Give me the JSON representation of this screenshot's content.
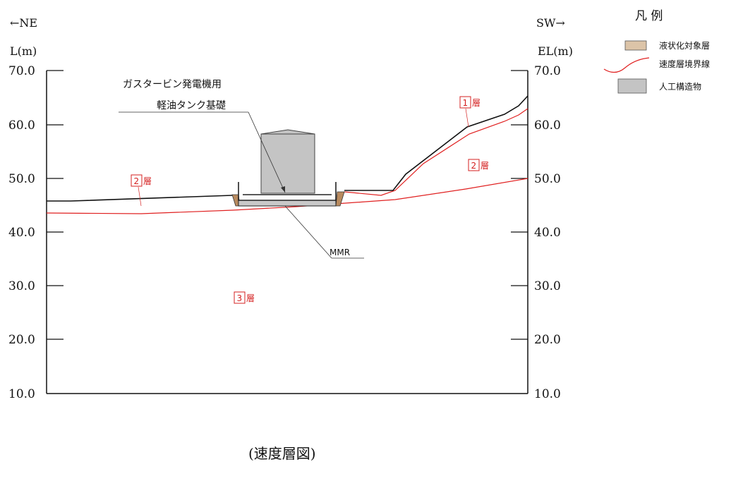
{
  "direction": {
    "left": "←NE",
    "right": "SW→"
  },
  "axes": {
    "left_label": "L(m)",
    "right_label": "EL(m)",
    "ticks": [
      "70.0",
      "60.0",
      "50.0",
      "40.0",
      "30.0",
      "20.0",
      "10.0"
    ],
    "range": [
      10.0,
      70.0
    ]
  },
  "structure": {
    "label_line1": "ガスタービン発電機用",
    "label_line2": "軽油タンク基礎",
    "mmr_label": "MMR"
  },
  "layers": {
    "layer1": {
      "num": "1",
      "suffix": "層"
    },
    "layer2_left": {
      "num": "2",
      "suffix": "層"
    },
    "layer2_right": {
      "num": "2",
      "suffix": "層"
    },
    "layer3": {
      "num": "3",
      "suffix": "層"
    }
  },
  "legend": {
    "title": "凡 例",
    "items": [
      {
        "label": "液状化対象層",
        "color": "#dcc4a8"
      },
      {
        "label": "速度層境界線",
        "color": "#e02020"
      },
      {
        "label": "人工構造物",
        "color": "#c4c4c4"
      }
    ]
  },
  "caption": "(速度層図)"
}
